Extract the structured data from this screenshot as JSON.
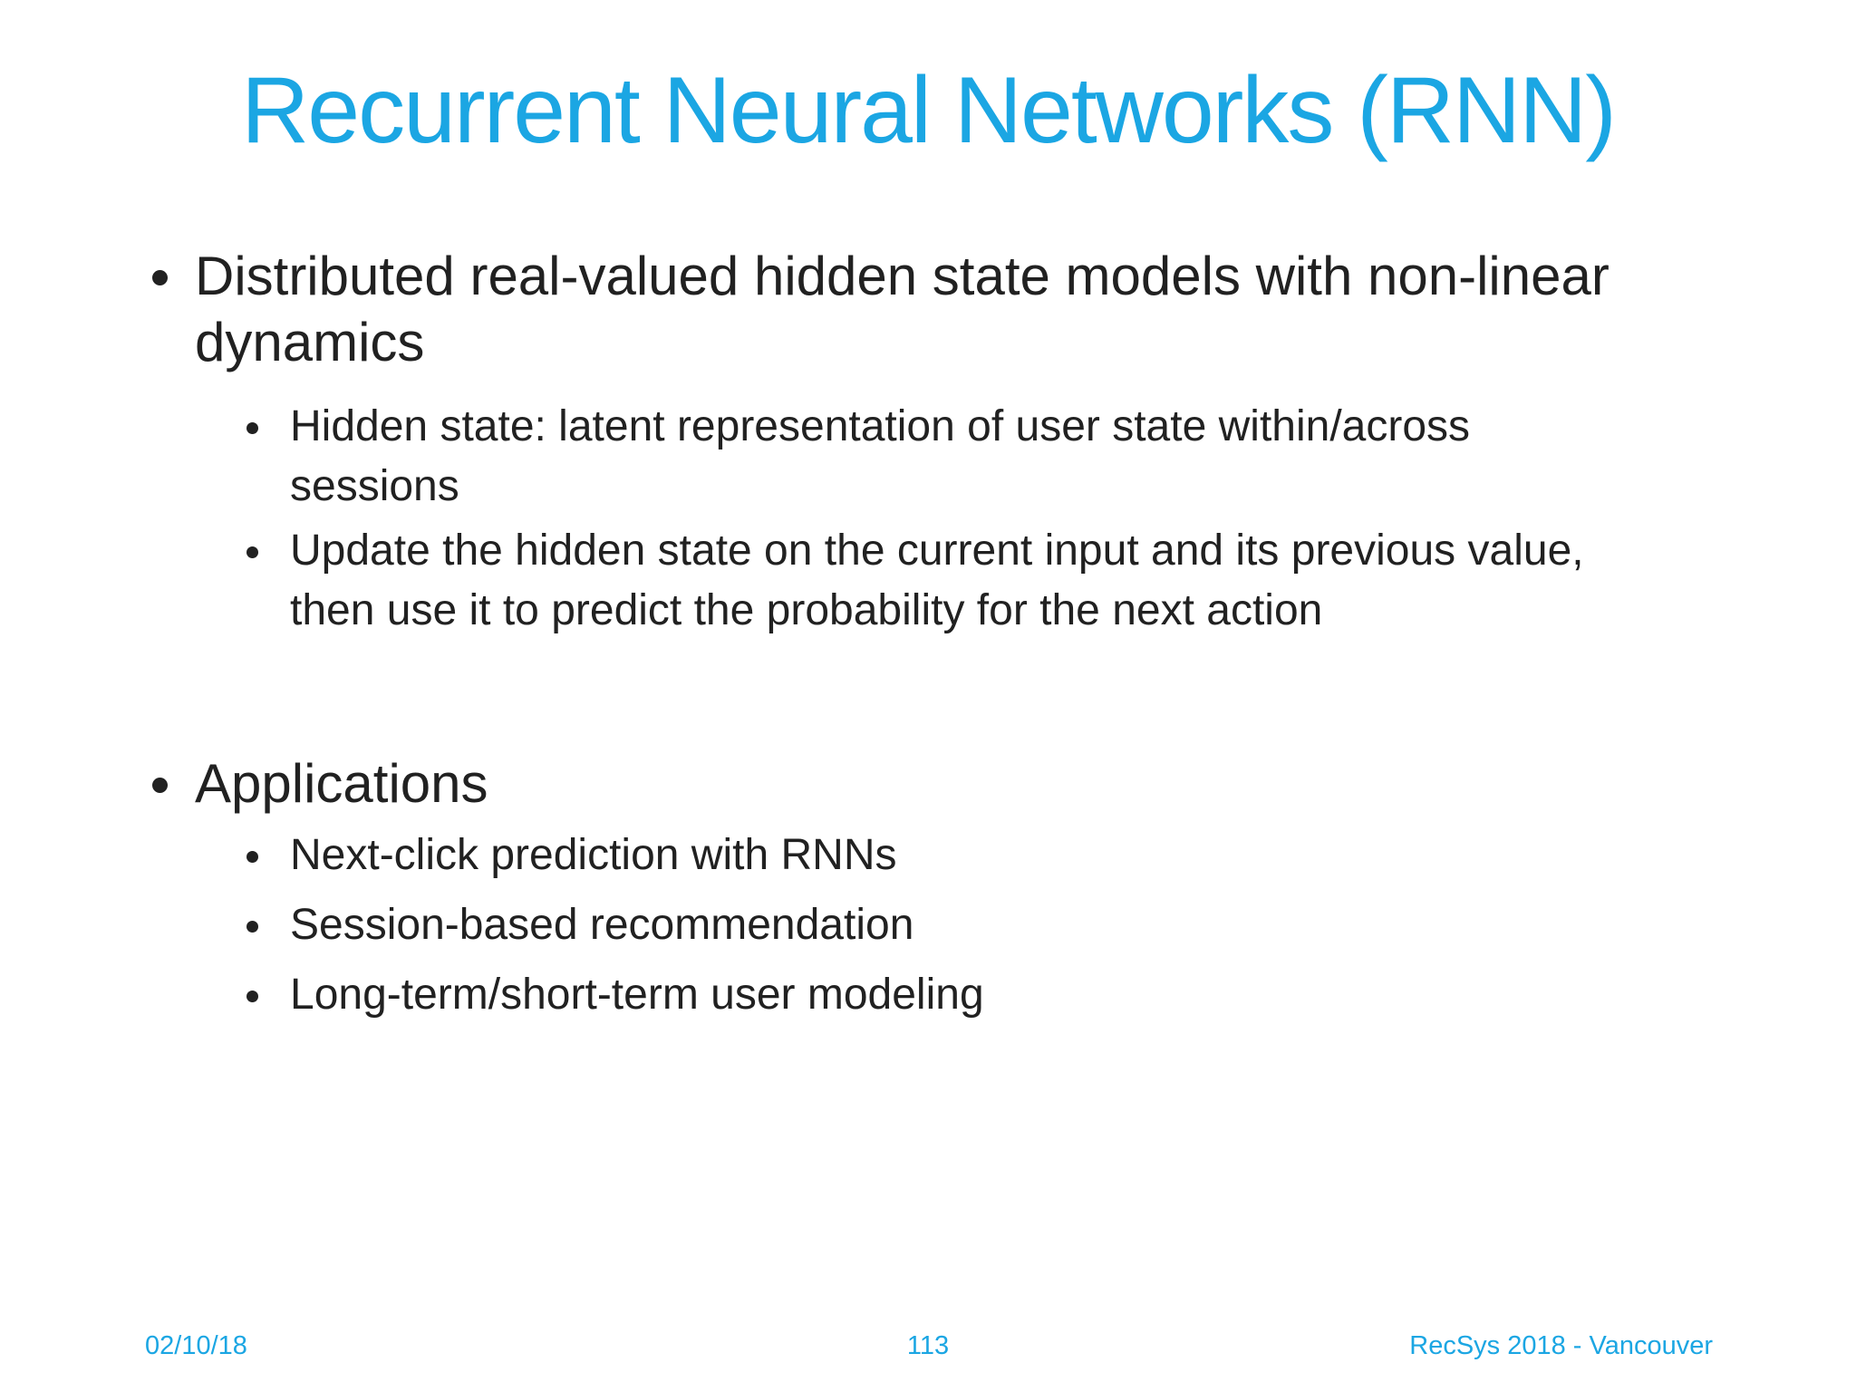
{
  "slide": {
    "title": "Recurrent Neural Networks (RNN)",
    "bullets": [
      {
        "level": 1,
        "text": "Distributed real-valued hidden state models with non-linear\ndynamics"
      },
      {
        "level": 2,
        "text": "Hidden state: latent representation of user state within/across\nsessions"
      },
      {
        "level": 2,
        "text": "Update the hidden state on the current input and its previous value,\nthen use it to predict the probability for the next action"
      },
      {
        "level": 1,
        "text": "Applications"
      },
      {
        "level": 2,
        "text": "Next-click prediction with RNNs"
      },
      {
        "level": 2,
        "text": "Session-based recommendation"
      },
      {
        "level": 2,
        "text": "Long-term/short-term user modeling"
      }
    ],
    "footer": {
      "date": "02/10/18",
      "page_number": "113",
      "venue": "RecSys 2018 - Vancouver"
    },
    "colors": {
      "accent": "#1BA6E3",
      "text": "#212121",
      "background": "#FFFFFF"
    },
    "icons": {
      "bullet": "filled-circle"
    }
  }
}
